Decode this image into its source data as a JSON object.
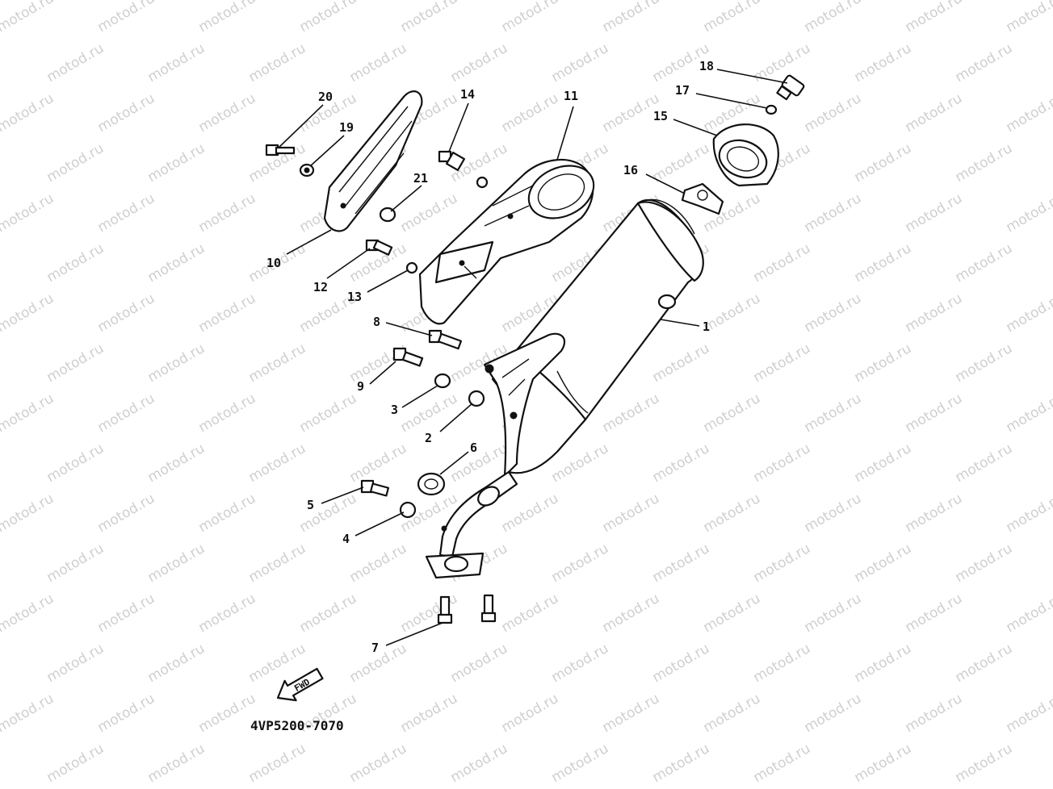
{
  "watermark": "motod.ru",
  "diagram_code": "4VP5200-7070",
  "front_arrow_label": "FWD",
  "callouts": [
    {
      "n": "1"
    },
    {
      "n": "2"
    },
    {
      "n": "3"
    },
    {
      "n": "4"
    },
    {
      "n": "5"
    },
    {
      "n": "6"
    },
    {
      "n": "7"
    },
    {
      "n": "8"
    },
    {
      "n": "9"
    },
    {
      "n": "10"
    },
    {
      "n": "11"
    },
    {
      "n": "12"
    },
    {
      "n": "13"
    },
    {
      "n": "14"
    },
    {
      "n": "15"
    },
    {
      "n": "16"
    },
    {
      "n": "17"
    },
    {
      "n": "18"
    },
    {
      "n": "19"
    },
    {
      "n": "20"
    },
    {
      "n": "21"
    }
  ]
}
